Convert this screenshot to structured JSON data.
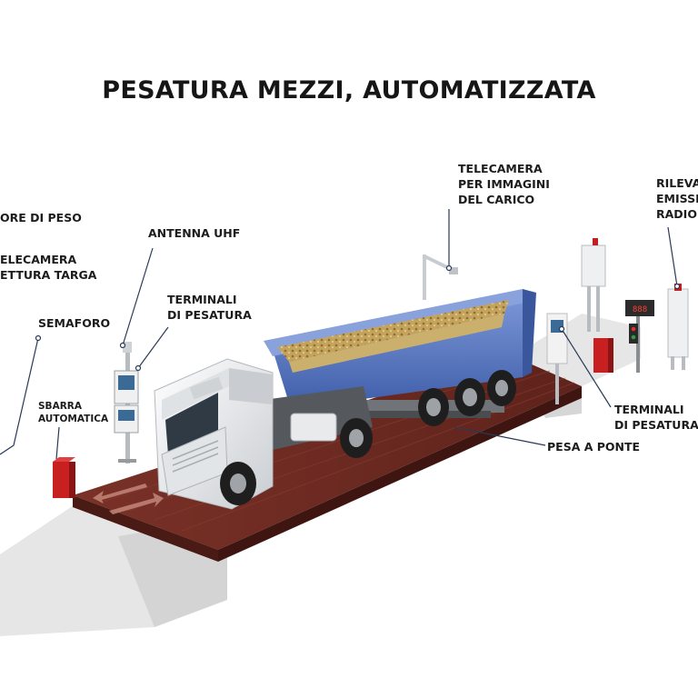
{
  "title": "PESATURA MEZZI, AUTOMATIZZATA",
  "labels": {
    "weight_indicator": "ORE  DI PESO",
    "plate_camera": [
      "ELECAMERA",
      "ETTURA TARGA"
    ],
    "semaphore": "SEMAFORO",
    "barrier": [
      "SBARRA",
      "AUTOMATICA"
    ],
    "uhf_antenna": "ANTENNA UHF",
    "weigh_terminals_left": [
      "TERMINALI",
      "DI PESATURA"
    ],
    "load_camera": [
      "TELECAMERA",
      "PER IMMAGINI",
      "DEL CARICO"
    ],
    "radio_detector": [
      "RILEVA",
      "EMISSI",
      "RADIO"
    ],
    "weigh_terminals_right": [
      "TERMINALI",
      "DI PESATURA"
    ],
    "weighbridge": "PESA A PONTE"
  },
  "colors": {
    "platform": "#6e2a22",
    "trailer_body": "#5f7dc4",
    "cargo": "#c9a760",
    "barrier": "#c82020",
    "concrete": "#e4e4e4",
    "leader_line": "#2a3a55"
  }
}
